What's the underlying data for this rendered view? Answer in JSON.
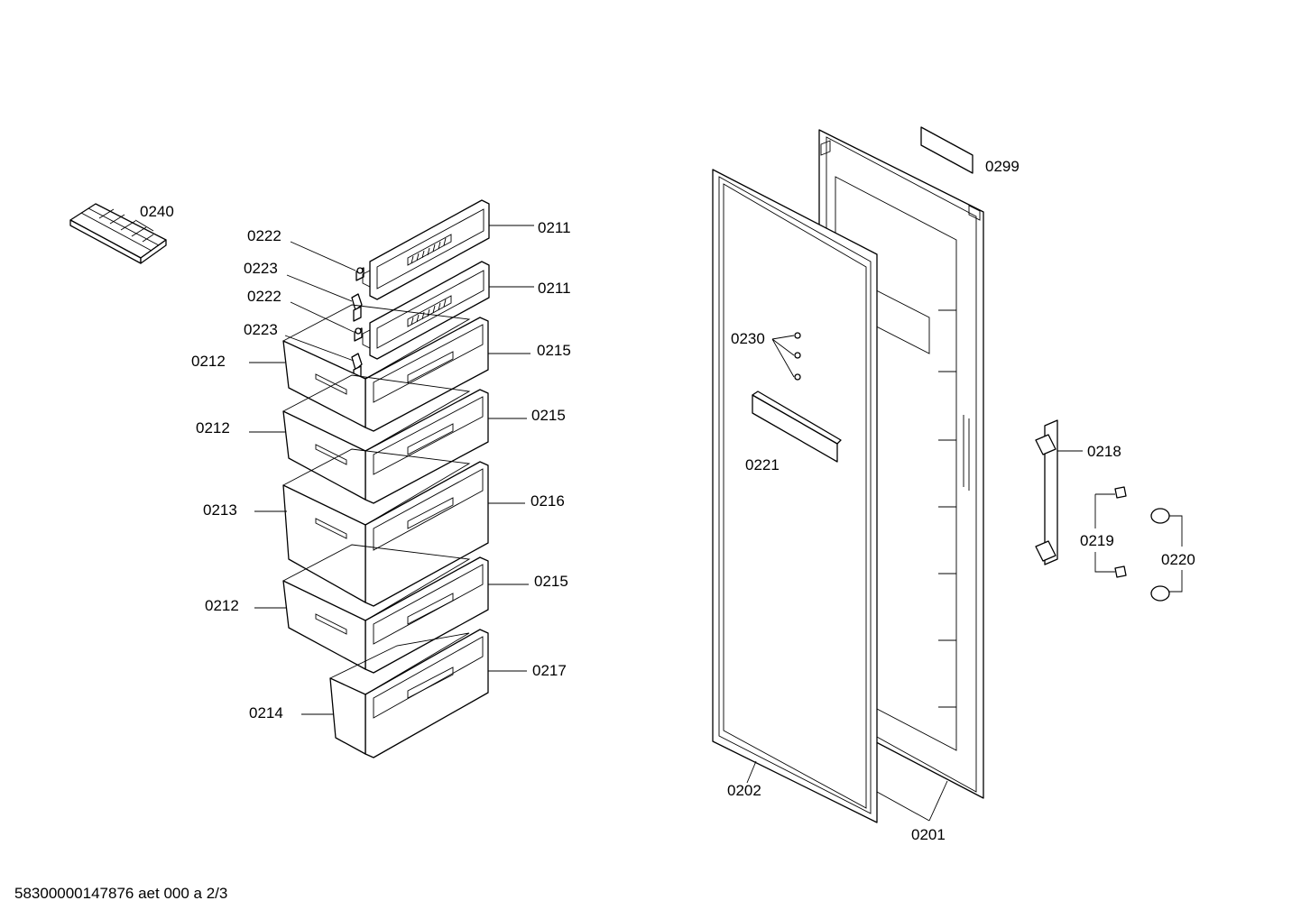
{
  "labels": {
    "ice_tray": "0240",
    "screw_a": "0222",
    "clip_a": "0223",
    "screw_b": "0222",
    "clip_b": "0223",
    "flap_top": "0211",
    "flap_second": "0211",
    "front_1": "0215",
    "front_2": "0215",
    "front_large": "0216",
    "front_4": "0215",
    "front_bottom": "0217",
    "drawer_1": "0212",
    "drawer_2": "0212",
    "drawer_large": "0213",
    "drawer_4": "0212",
    "drawer_bottom": "0214",
    "door_gasket": "0202",
    "inner_door": "0201",
    "rating_plate": "0299",
    "door_screws": "0230",
    "door_strip": "0221",
    "door_handle": "0218",
    "handle_screws": "0219",
    "handle_caps": "0220"
  },
  "footer": {
    "document_code": "58300000147876 aet 000 a 2/3"
  }
}
